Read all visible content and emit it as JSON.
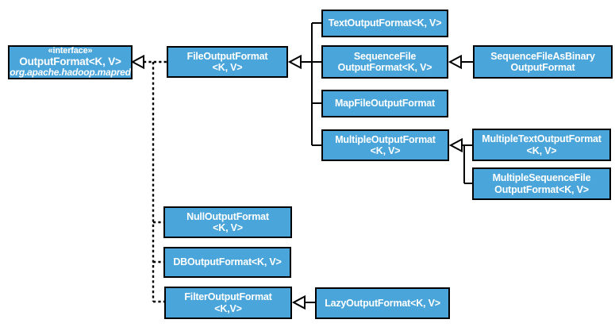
{
  "diagram": {
    "type": "uml-class-diagram",
    "colors": {
      "node_fill": "#4AA5DA",
      "node_border": "#000000",
      "node_text": "#FFFFFF",
      "connector": "#000000",
      "background": "#FFFFFF"
    },
    "nodes": {
      "output_format": {
        "stereotype": "«interface»",
        "name": "OutputFormat<K, V>",
        "package": "org.apache.hadoop.mapred"
      },
      "file_output_format": {
        "line1": "FileOutputFormat",
        "line2": "<K, V>"
      },
      "text_output_format": {
        "line1": "TextOutputFormat<K, V>"
      },
      "sequence_file_output_format": {
        "line1": "SequenceFile",
        "line2": "OutputFormat<K, V>"
      },
      "sequence_file_as_binary_output_format": {
        "line1": "SequenceFileAsBinary",
        "line2": "OutputFormat"
      },
      "map_file_output_format": {
        "line1": "MapFileOutputFormat"
      },
      "multiple_output_format": {
        "line1": "MultipleOutputFormat",
        "line2": "<K, V>"
      },
      "multiple_text_output_format": {
        "line1": "MultipleTextOutputFormat",
        "line2": "<K, V>"
      },
      "multiple_sequence_file_output_format": {
        "line1": "MultipleSequenceFile",
        "line2": "OutputFormat<K, V>"
      },
      "null_output_format": {
        "line1": "NullOutputFormat",
        "line2": "<K, V>"
      },
      "db_output_format": {
        "line1": "DBOutputFormat<K, V>"
      },
      "filter_output_format": {
        "line1": "FilterOutputFormat",
        "line2": "<K,V>"
      },
      "lazy_output_format": {
        "line1": "LazyOutputFormat<K, V>"
      }
    },
    "relationships": [
      {
        "from": "FileOutputFormat",
        "to": "OutputFormat",
        "type": "realization"
      },
      {
        "from": "NullOutputFormat",
        "to": "OutputFormat",
        "type": "realization"
      },
      {
        "from": "DBOutputFormat",
        "to": "OutputFormat",
        "type": "realization"
      },
      {
        "from": "FilterOutputFormat",
        "to": "OutputFormat",
        "type": "realization"
      },
      {
        "from": "TextOutputFormat",
        "to": "FileOutputFormat",
        "type": "generalization"
      },
      {
        "from": "SequenceFileOutputFormat",
        "to": "FileOutputFormat",
        "type": "generalization"
      },
      {
        "from": "MapFileOutputFormat",
        "to": "FileOutputFormat",
        "type": "generalization"
      },
      {
        "from": "MultipleOutputFormat",
        "to": "FileOutputFormat",
        "type": "generalization"
      },
      {
        "from": "SequenceFileAsBinaryOutputFormat",
        "to": "SequenceFileOutputFormat",
        "type": "generalization"
      },
      {
        "from": "MultipleTextOutputFormat",
        "to": "MultipleOutputFormat",
        "type": "generalization"
      },
      {
        "from": "MultipleSequenceFileOutputFormat",
        "to": "MultipleOutputFormat",
        "type": "generalization"
      },
      {
        "from": "LazyOutputFormat",
        "to": "FilterOutputFormat",
        "type": "generalization"
      }
    ]
  }
}
